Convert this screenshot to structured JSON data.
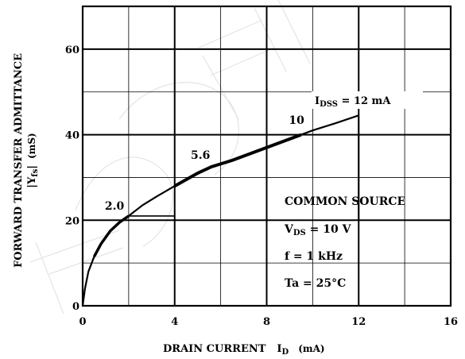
{
  "chart_data": {
    "type": "line",
    "title": "",
    "xlabel": "DRAIN CURRENT",
    "xlabel_symbol": "I",
    "xlabel_symbol_sub": "D",
    "xlabel_unit": "(mA)",
    "ylabel": "FORWARD TRANSFER ADMITTANCE",
    "ylabel_symbol": "|Y",
    "ylabel_symbol_sub": "fs",
    "ylabel_symbol_end": "|",
    "ylabel_unit": "(mS)",
    "xlim": [
      0,
      16
    ],
    "ylim": [
      0,
      70
    ],
    "x_ticks": [
      0,
      4,
      8,
      12,
      16
    ],
    "y_ticks": [
      0,
      20,
      40,
      60
    ],
    "minor_x_grid": [
      2,
      6,
      10,
      14
    ],
    "minor_y_grid": [
      10,
      30,
      50
    ],
    "grid": true,
    "series": [
      {
        "x": [
          0,
          0.1,
          0.25,
          0.5,
          0.8,
          1.2,
          1.6,
          2.0,
          2.6,
          3.2,
          4.0,
          5.0,
          5.6,
          6.5,
          7.5,
          8.5,
          9.5,
          10.0,
          11.0,
          12.0
        ],
        "values": [
          0,
          4,
          8,
          11.5,
          14.5,
          17.5,
          19.5,
          21,
          23.5,
          25.5,
          28,
          31,
          32.5,
          34,
          36,
          38,
          40,
          41,
          42.7,
          44.5
        ]
      }
    ],
    "annotations": [
      {
        "text": "2.0",
        "x": 2.0,
        "y": 21
      },
      {
        "text": "5.6",
        "x": 5.6,
        "y": 32.5
      },
      {
        "text": "10",
        "x": 10.0,
        "y": 41
      },
      {
        "text_main": "I",
        "text_sub": "DSS",
        "text_rest": " = 12 mA",
        "x": 12,
        "y": 44.5
      }
    ],
    "conditions": {
      "title": "COMMON SOURCE",
      "vds_main": "V",
      "vds_sub": "DS",
      "vds_rest": " = 10 V",
      "freq": "f = 1 kHz",
      "temp": "Ta = 25°C"
    }
  },
  "watermark_text": "EMWDA"
}
